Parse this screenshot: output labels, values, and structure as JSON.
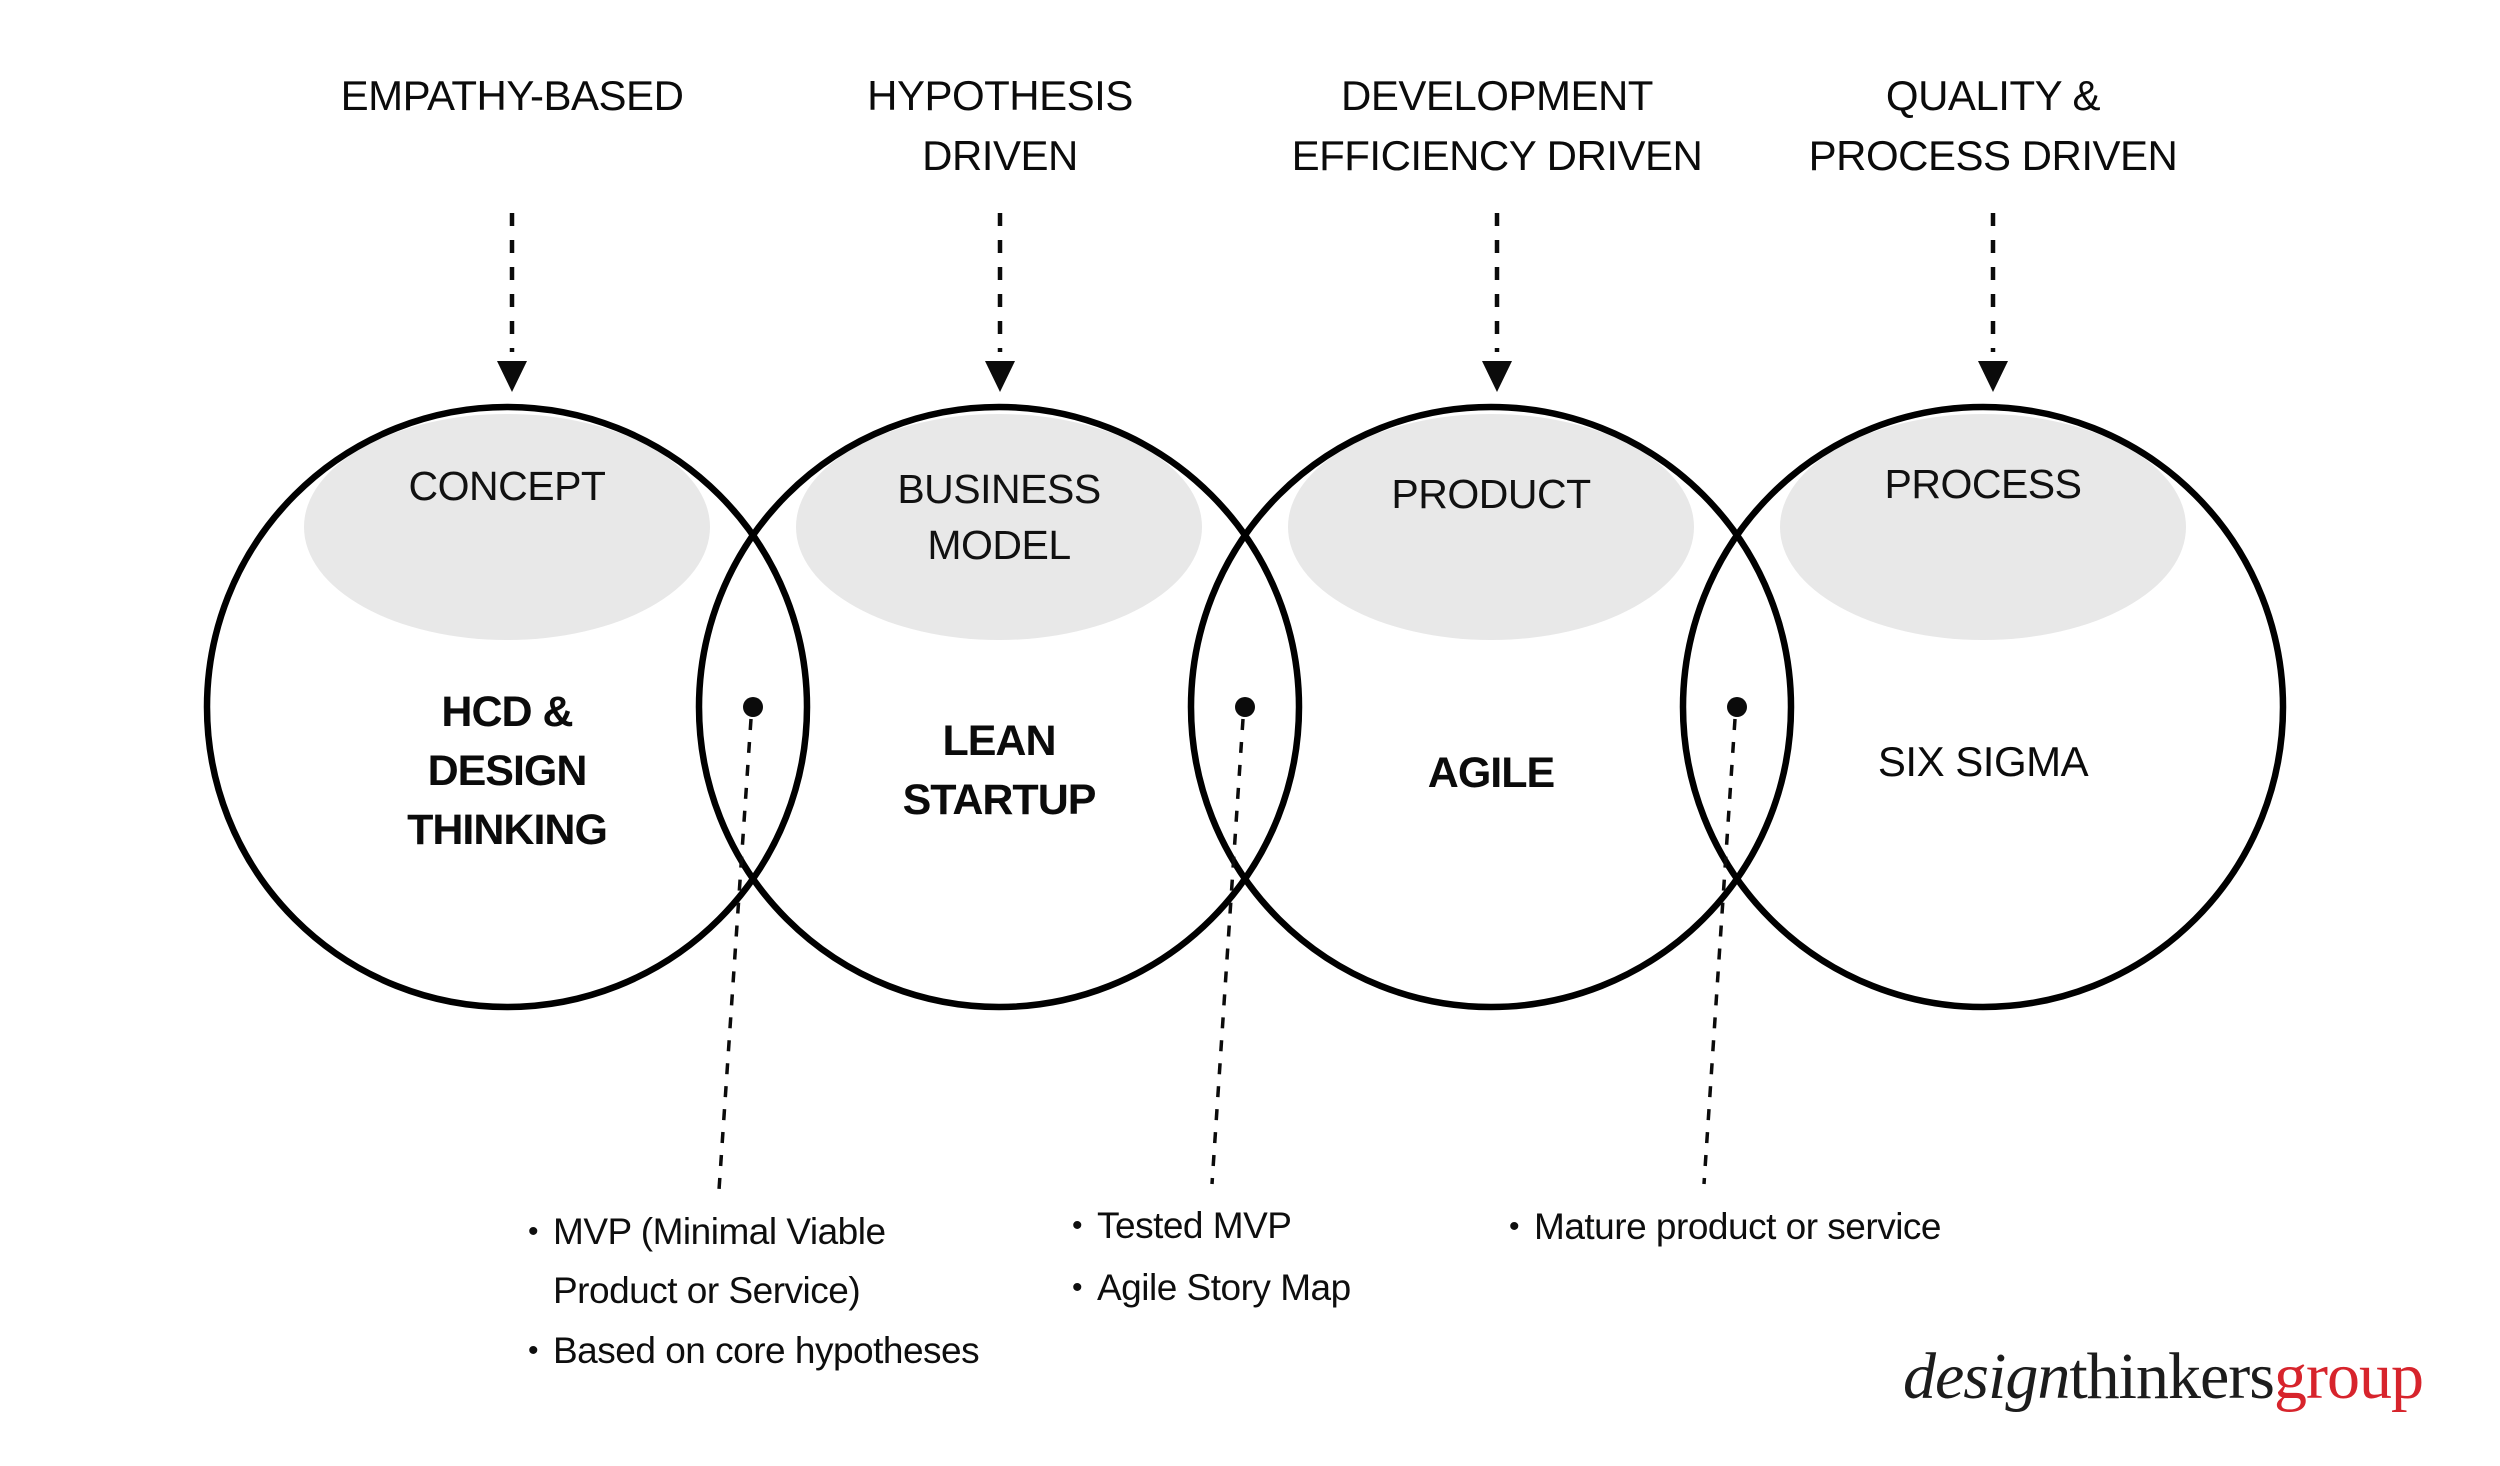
{
  "colors": {
    "background": "#ffffff",
    "ink": "#000000",
    "zone_ellipse_fill": "#e8e8e8",
    "logo_black": "#1c1c1c",
    "logo_red": "#d7242c"
  },
  "bullet_char": "•",
  "headers": [
    {
      "lines": [
        "EMPATHY-BASED"
      ]
    },
    {
      "lines": [
        "HYPOTHESIS",
        "DRIVEN"
      ]
    },
    {
      "lines": [
        "DEVELOPMENT",
        "EFFICIENCY DRIVEN"
      ]
    },
    {
      "lines": [
        "QUALITY &",
        "PROCESS DRIVEN"
      ]
    }
  ],
  "circles": [
    {
      "stage_lines": [
        "CONCEPT"
      ],
      "method_lines": [
        "HCD &",
        "DESIGN",
        "THINKING"
      ]
    },
    {
      "stage_lines": [
        "BUSINESS",
        "MODEL"
      ],
      "method_lines": [
        "LEAN",
        "STARTUP"
      ]
    },
    {
      "stage_lines": [
        "PRODUCT"
      ],
      "method_lines": [
        "AGILE"
      ]
    },
    {
      "stage_lines": [
        "PROCESS"
      ],
      "method_lines": [
        "SIX SIGMA"
      ]
    }
  ],
  "annotations": [
    {
      "items": [
        {
          "lines": [
            "MVP (Minimal Viable",
            "Product or Service)"
          ]
        },
        {
          "lines": [
            "Based on core hypotheses"
          ]
        }
      ]
    },
    {
      "items": [
        {
          "lines": [
            "Tested MVP"
          ]
        },
        {
          "lines": [
            "Agile Story Map"
          ]
        }
      ]
    },
    {
      "items": [
        {
          "lines": [
            "Mature product or service"
          ]
        }
      ]
    }
  ],
  "logo": {
    "design": "design",
    "thinkers": "thinkers",
    "group": "group"
  }
}
